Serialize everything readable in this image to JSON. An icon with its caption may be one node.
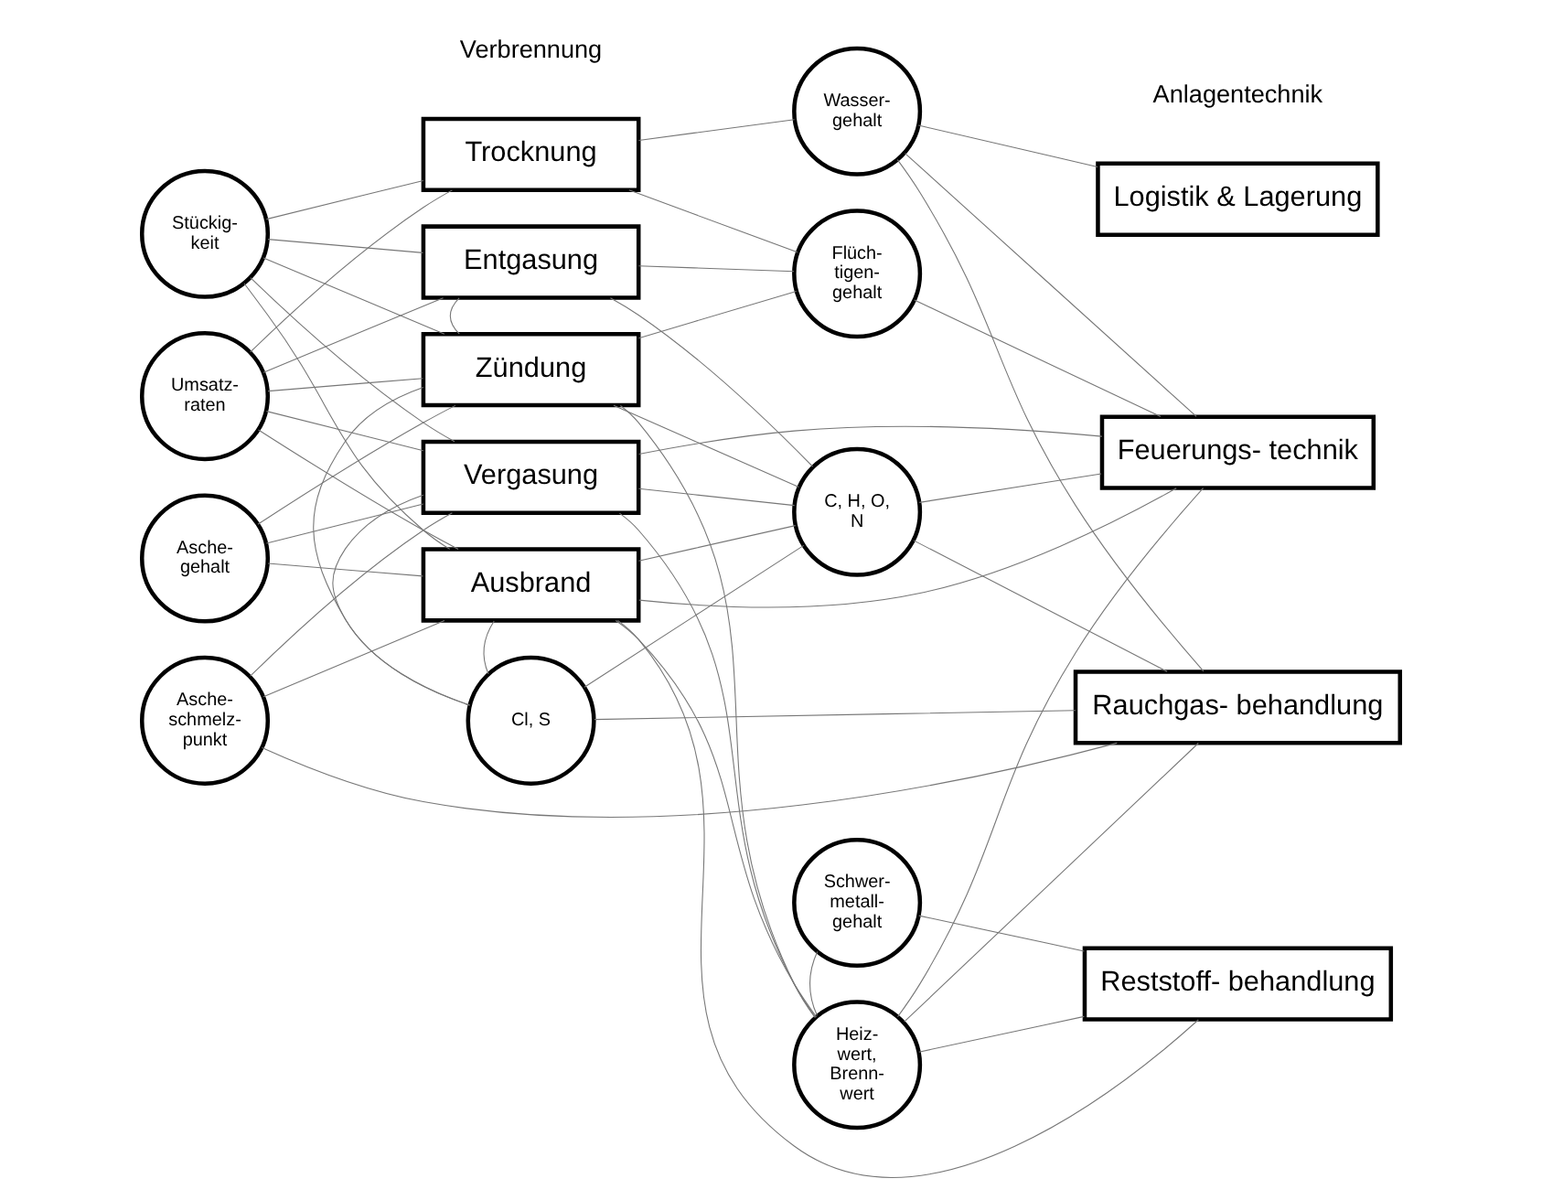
{
  "diagram": {
    "nodes": [
      {
        "text": [
          "Stückig- keit"
        ]
      },
      {
        "text": [
          "Umsatz- raten"
        ]
      },
      {
        "text": [
          "Asche- gehalt"
        ]
      },
      {
        "text": [
          "Asche- schmelz- punkt"
        ]
      },
      {
        "text": [
          "Trocknung"
        ]
      },
      {
        "text": [
          "Entgasung"
        ]
      },
      {
        "text": [
          "Zündung"
        ]
      },
      {
        "text": [
          "Vergasung"
        ]
      },
      {
        "text": [
          "Ausbrand"
        ]
      },
      {
        "text": [
          "Cl, S"
        ]
      },
      {
        "text": [
          "Schwer- metall- gehalt"
        ]
      },
      {
        "text": [
          "Wasser- gehalt"
        ]
      },
      {
        "text": [
          "Flüch- tigen- gehalt"
        ]
      },
      {
        "text": [
          "C, H, O, N"
        ]
      },
      {
        "text": [
          "Heiz- wert, Brenn- wert"
        ]
      },
      {
        "text": [
          "Logistik & Lagerung"
        ]
      },
      {
        "text": [
          "Feuerungs- technik"
        ]
      },
      {
        "text": [
          "Rauchgas- behandlung"
        ]
      },
      {
        "text": [
          "Reststoff- behandlung"
        ]
      }
    ],
    "edges": [
      {
        "from": 0,
        "to": 4,
        "arrow": "none"
      },
      {
        "from": 0,
        "to": 5,
        "arrow": "none"
      },
      {
        "from": 0,
        "to": 6,
        "arrow": "none"
      },
      {
        "from": 0,
        "to": 7,
        "arrow": "none"
      },
      {
        "from": 0,
        "to": 8,
        "arrow": "none"
      },
      {
        "from": 1,
        "to": 4,
        "arrow": "none"
      },
      {
        "from": 1,
        "to": 5,
        "arrow": "none"
      },
      {
        "from": 1,
        "to": 6,
        "arrow": "none"
      },
      {
        "from": 1,
        "to": 7,
        "arrow": "none"
      },
      {
        "from": 1,
        "to": 8,
        "arrow": "none"
      },
      {
        "from": 2,
        "to": 6,
        "arrow": "none"
      },
      {
        "from": 2,
        "to": 7,
        "arrow": "none"
      },
      {
        "from": 2,
        "to": 8,
        "arrow": "none"
      },
      {
        "from": 3,
        "to": 7,
        "arrow": "none"
      },
      {
        "from": 3,
        "to": 8,
        "arrow": "none"
      },
      {
        "from": 3,
        "to": 17,
        "arrow": "none"
      },
      {
        "from": 9,
        "to": 6,
        "arrow": "none"
      },
      {
        "from": 9,
        "to": 7,
        "arrow": "none"
      },
      {
        "from": 9,
        "to": 8,
        "arrow": "none"
      },
      {
        "from": 9,
        "to": 13,
        "arrow": "none"
      },
      {
        "from": 9,
        "to": 17,
        "arrow": "none"
      },
      {
        "from": 5,
        "to": 6,
        "arrow": "none"
      },
      {
        "from": 4,
        "to": 11,
        "arrow": "none"
      },
      {
        "from": 4,
        "to": 12,
        "arrow": "none"
      },
      {
        "from": 5,
        "to": 12,
        "arrow": "none"
      },
      {
        "from": 5,
        "to": 13,
        "arrow": "none"
      },
      {
        "from": 6,
        "to": 12,
        "arrow": "none"
      },
      {
        "from": 6,
        "to": 13,
        "arrow": "none"
      },
      {
        "from": 6,
        "to": 14,
        "arrow": "none"
      },
      {
        "from": 7,
        "to": 13,
        "arrow": "none"
      },
      {
        "from": 7,
        "to": 14,
        "arrow": "none"
      },
      {
        "from": 7,
        "to": 16,
        "arrow": "none"
      },
      {
        "from": 8,
        "to": 13,
        "arrow": "none"
      },
      {
        "from": 8,
        "to": 14,
        "arrow": "none"
      },
      {
        "from": 8,
        "to": 16,
        "arrow": "none"
      },
      {
        "from": 8,
        "to": 18,
        "arrow": "none"
      },
      {
        "from": 10,
        "to": 14,
        "arrow": "none"
      },
      {
        "from": 10,
        "to": 18,
        "arrow": "none"
      },
      {
        "from": 11,
        "to": 15,
        "arrow": "none"
      },
      {
        "from": 11,
        "to": 16,
        "arrow": "none"
      },
      {
        "from": 11,
        "to": 17,
        "arrow": "none"
      },
      {
        "from": 12,
        "to": 16,
        "arrow": "none"
      },
      {
        "from": 13,
        "to": 16,
        "arrow": "none"
      },
      {
        "from": 13,
        "to": 17,
        "arrow": "none"
      },
      {
        "from": 14,
        "to": 16,
        "arrow": "none"
      },
      {
        "from": 14,
        "to": 17,
        "arrow": "none"
      },
      {
        "from": 14,
        "to": 18,
        "arrow": "none"
      }
    ],
    "labels": [
      "Verbrennung",
      "Anlagentechnik"
    ]
  }
}
